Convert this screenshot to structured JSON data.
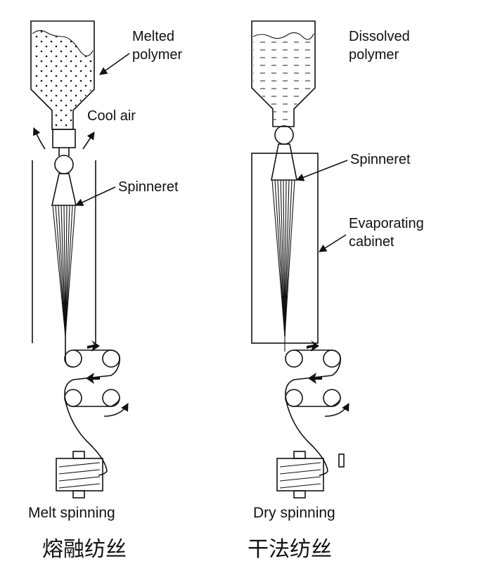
{
  "melt": {
    "labels": {
      "hopper": "Melted\npolymer",
      "air": "Cool air",
      "spinneret": "Spinneret"
    },
    "caption": "Melt spinning",
    "caption_cn": "熔融纺丝"
  },
  "dry": {
    "labels": {
      "hopper": "Dissolved\npolymer",
      "spinneret": "Spinneret",
      "cabinet": "Evaporating\ncabinet"
    },
    "caption": "Dry spinning",
    "caption_cn": "干法纺丝"
  }
}
